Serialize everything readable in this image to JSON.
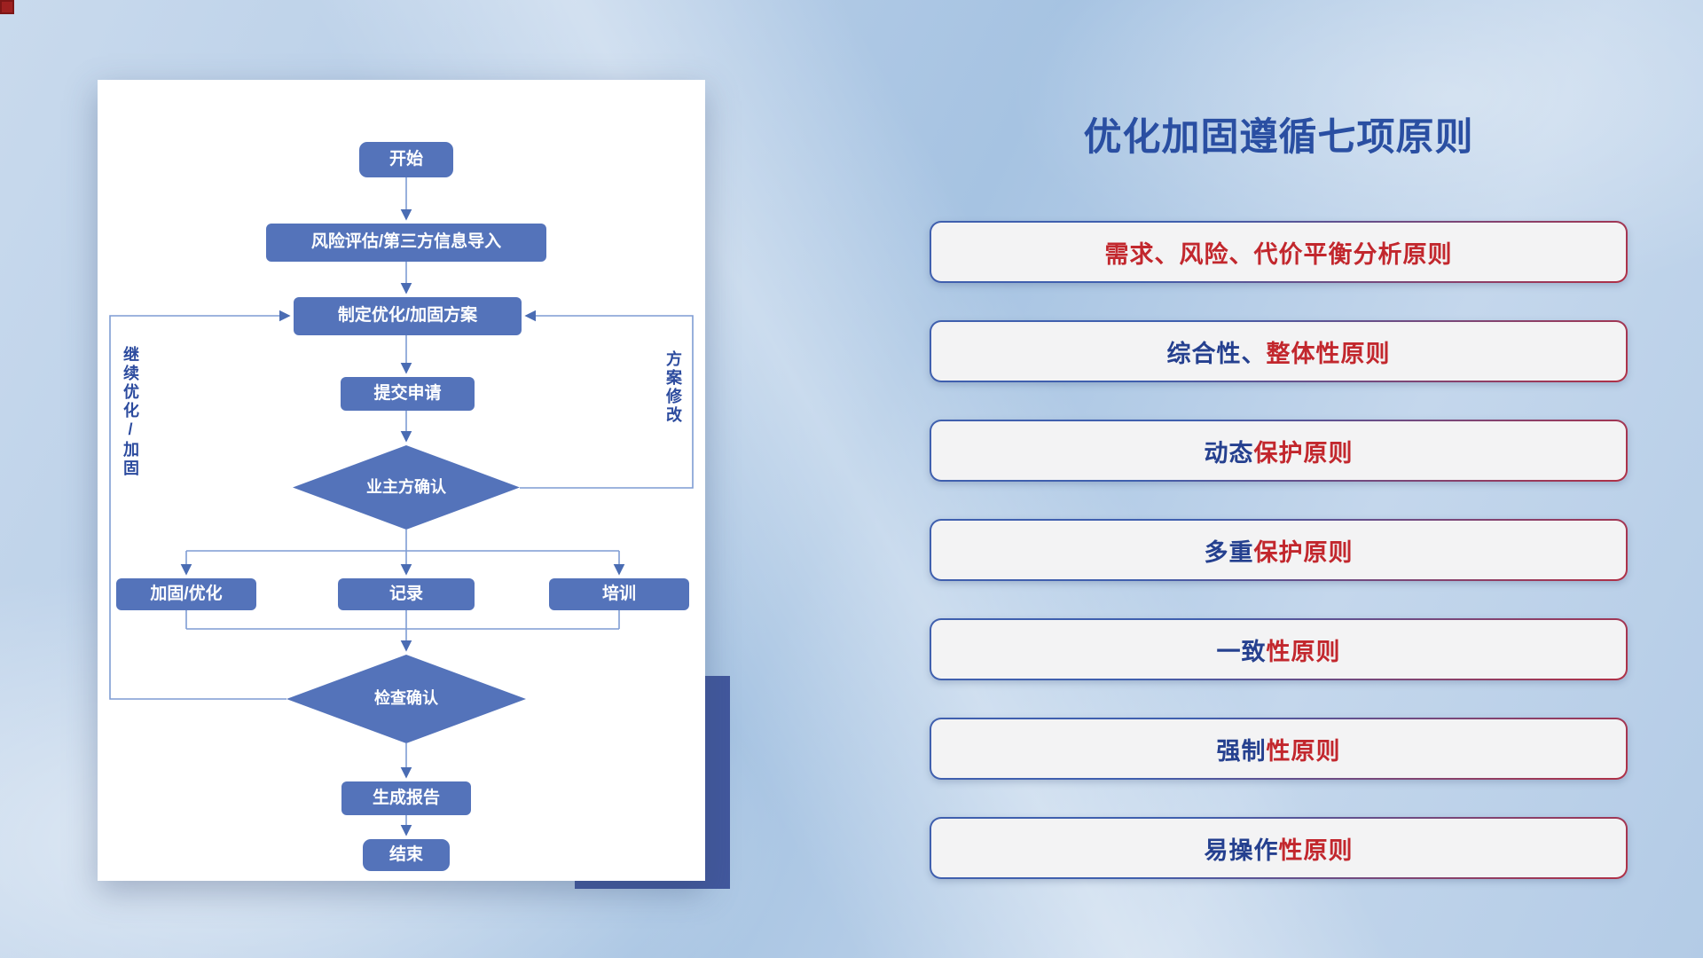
{
  "colors": {
    "node_fill": "#5473ba",
    "connector_line": "#7e9cd4",
    "arrow": "#4a6cb3",
    "title": "#2a4fa2",
    "side_label": "#2c4b9e",
    "pill_background": "#f3f3f4",
    "pill_border_blue": "#3f5fae",
    "pill_border_red": "#b03046",
    "principle_red": "#c2272d",
    "principle_navy": "#25408f",
    "deco_rectangle": "#42589d"
  },
  "flowchart": {
    "nodes": {
      "start": "开始",
      "risk": "风险评估/第三方信息导入",
      "plan": "制定优化/加固方案",
      "submit": "提交申请",
      "owner_confirm": "业主方确认",
      "harden": "加固/优化",
      "record": "记录",
      "training": "培训",
      "check_confirm": "检查确认",
      "report": "生成报告",
      "end": "结束"
    },
    "labels": {
      "left_loop": "继续优化/加固",
      "right_loop": "方案修改"
    }
  },
  "panel": {
    "title": "优化加固遵循七项原则",
    "principles": [
      {
        "segments": [
          {
            "text": "需求、风险、代价平衡分析原则",
            "color": "#c2272d"
          }
        ]
      },
      {
        "segments": [
          {
            "text": "综合性、",
            "color": "#25408f"
          },
          {
            "text": "整体性原则",
            "color": "#c2272d"
          }
        ]
      },
      {
        "segments": [
          {
            "text": "动态",
            "color": "#25408f"
          },
          {
            "text": "保护原则",
            "color": "#c2272d"
          }
        ]
      },
      {
        "segments": [
          {
            "text": "多重",
            "color": "#25408f"
          },
          {
            "text": "保护原则",
            "color": "#c2272d"
          }
        ]
      },
      {
        "segments": [
          {
            "text": "一致",
            "color": "#25408f"
          },
          {
            "text": "性原则",
            "color": "#c2272d"
          }
        ]
      },
      {
        "segments": [
          {
            "text": "强制",
            "color": "#25408f"
          },
          {
            "text": "性原则",
            "color": "#c2272d"
          }
        ]
      },
      {
        "segments": [
          {
            "text": "易操作",
            "color": "#25408f"
          },
          {
            "text": "性原则",
            "color": "#c2272d"
          }
        ]
      }
    ]
  }
}
